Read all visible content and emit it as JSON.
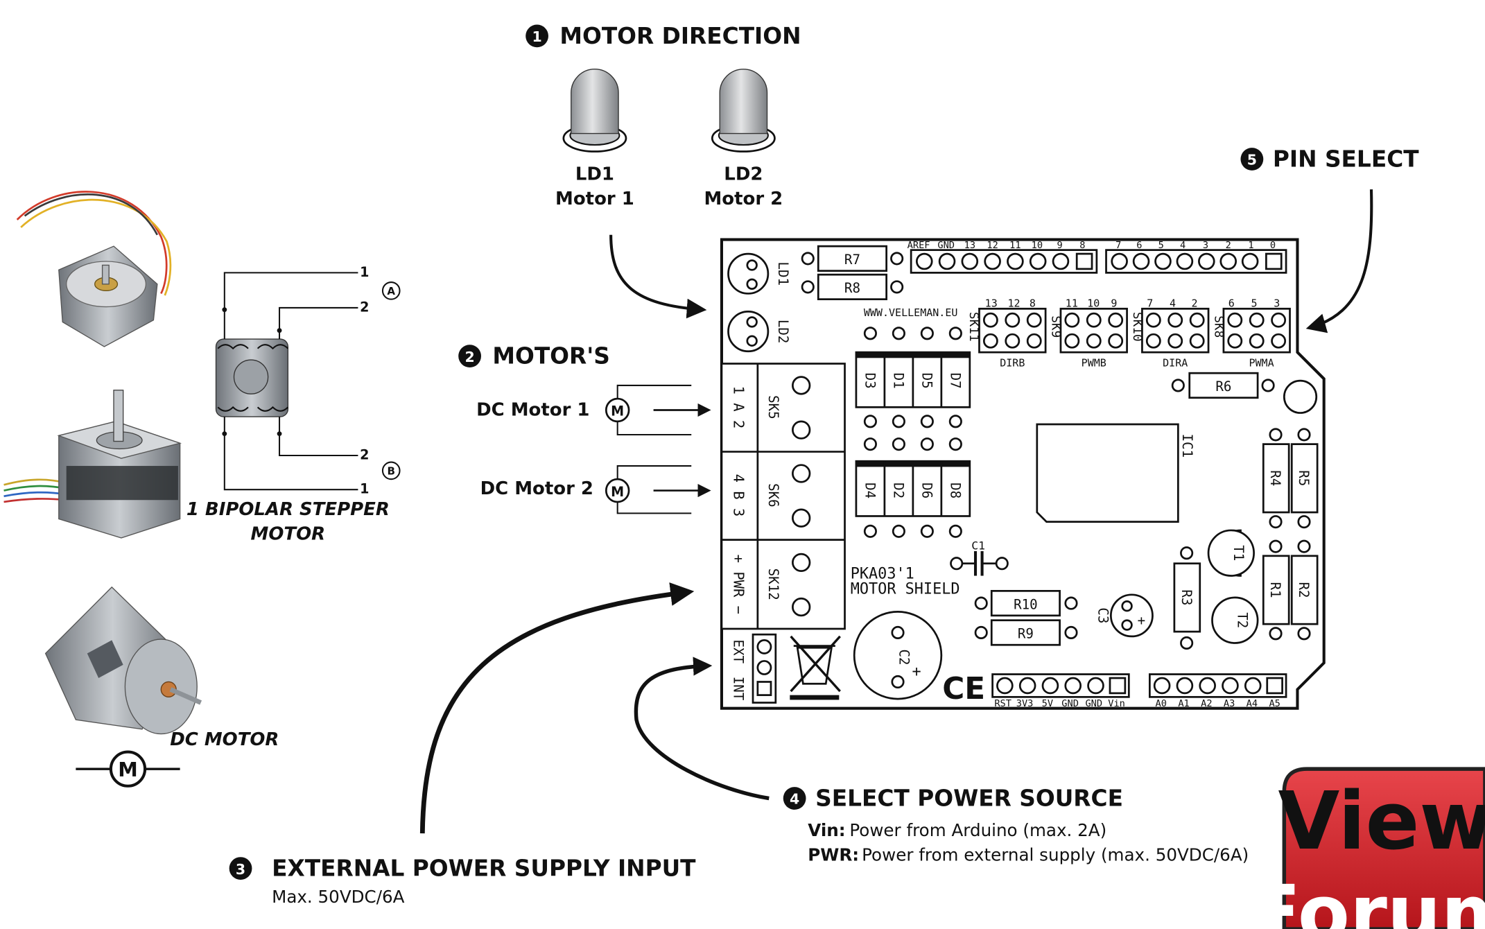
{
  "callouts": {
    "c1": {
      "num": "1",
      "title": "MOTOR DIRECTION"
    },
    "c2": {
      "num": "2",
      "title": "MOTOR'S"
    },
    "c3": {
      "num": "3",
      "title": "EXTERNAL POWER SUPPLY INPUT",
      "note": "Max. 50VDC/6A"
    },
    "c4": {
      "num": "4",
      "title": "SELECT POWER SOURCE",
      "vin_key": "Vin:",
      "vin_text": "Power from Arduino (max. 2A)",
      "pwr_key": "PWR:",
      "pwr_text": "Power from external supply (max. 50VDC/6A)"
    },
    "c5": {
      "num": "5",
      "title": "PIN SELECT"
    }
  },
  "leds": {
    "ld1": {
      "name": "LD1",
      "label": "Motor 1"
    },
    "ld2": {
      "name": "LD2",
      "label": "Motor 2"
    }
  },
  "motors": {
    "dc1": "DC Motor 1",
    "dc2": "DC Motor 2",
    "m_symbol": "M",
    "stepper_caption_1": "1 BIPOLAR STEPPER",
    "stepper_caption_2": "MOTOR",
    "dc_caption": "DC MOTOR",
    "coil_a": "A",
    "coil_b": "B",
    "wire_1": "1",
    "wire_2": "2"
  },
  "board": {
    "top_pins_1": [
      "AREF",
      "GND",
      "13",
      "12",
      "11",
      "10",
      "9",
      "8"
    ],
    "top_pins_2": [
      "7",
      "6",
      "5",
      "4",
      "3",
      "2",
      "1",
      "0"
    ],
    "bottom_pins_1": [
      "RST",
      "3V3",
      "5V",
      "GND",
      "GND",
      "Vin"
    ],
    "bottom_pins_2": [
      "A0",
      "A1",
      "A2",
      "A3",
      "A4",
      "A5"
    ],
    "url": "WWW.VELLEMAN.EU",
    "name_1": "PKA03'1",
    "name_2": "MOTOR SHIELD",
    "resistors": {
      "R7": "R7",
      "R8": "R8",
      "R6": "R6",
      "R10": "R10",
      "R9": "R9",
      "R3": "R3",
      "R4": "R4",
      "R5": "R5",
      "R1": "R1",
      "R2": "R2"
    },
    "diodes_top": [
      "D3",
      "D1",
      "D5",
      "D7"
    ],
    "diodes_bottom": [
      "D4",
      "D2",
      "D6",
      "D8"
    ],
    "sk_labels": [
      "SK11",
      "SK9",
      "SK10",
      "SK8"
    ],
    "jumper_groups": [
      {
        "pins": [
          "13",
          "12",
          "8"
        ],
        "name": "DIRB"
      },
      {
        "pins": [
          "11",
          "10",
          "9"
        ],
        "name": "PWMB"
      },
      {
        "pins": [
          "7",
          "4",
          "2"
        ],
        "name": "DIRA"
      },
      {
        "pins": [
          "6",
          "5",
          "3"
        ],
        "name": "PWMA"
      }
    ],
    "sk5": "SK5",
    "sk6": "SK6",
    "sk12": "SK12",
    "sk5_pins": "1 A 2",
    "sk6_pins": "4 B 3",
    "sk12_pins": "+ PWR −",
    "ext": "EXT",
    "int": "INT",
    "ic": "IC1",
    "c1": "C1",
    "c2": "C2",
    "c3": "C3",
    "t1": "T1",
    "t2": "T2",
    "ld1": "LD1",
    "ld2": "LD2",
    "ce": "CE"
  },
  "badge": {
    "line1": "View",
    "line2": "Forum",
    "color": "#d9232a"
  },
  "colors": {
    "ink": "#111111",
    "motor_gray": "#9aa0a6",
    "led_gray": "#c7c9cb"
  }
}
